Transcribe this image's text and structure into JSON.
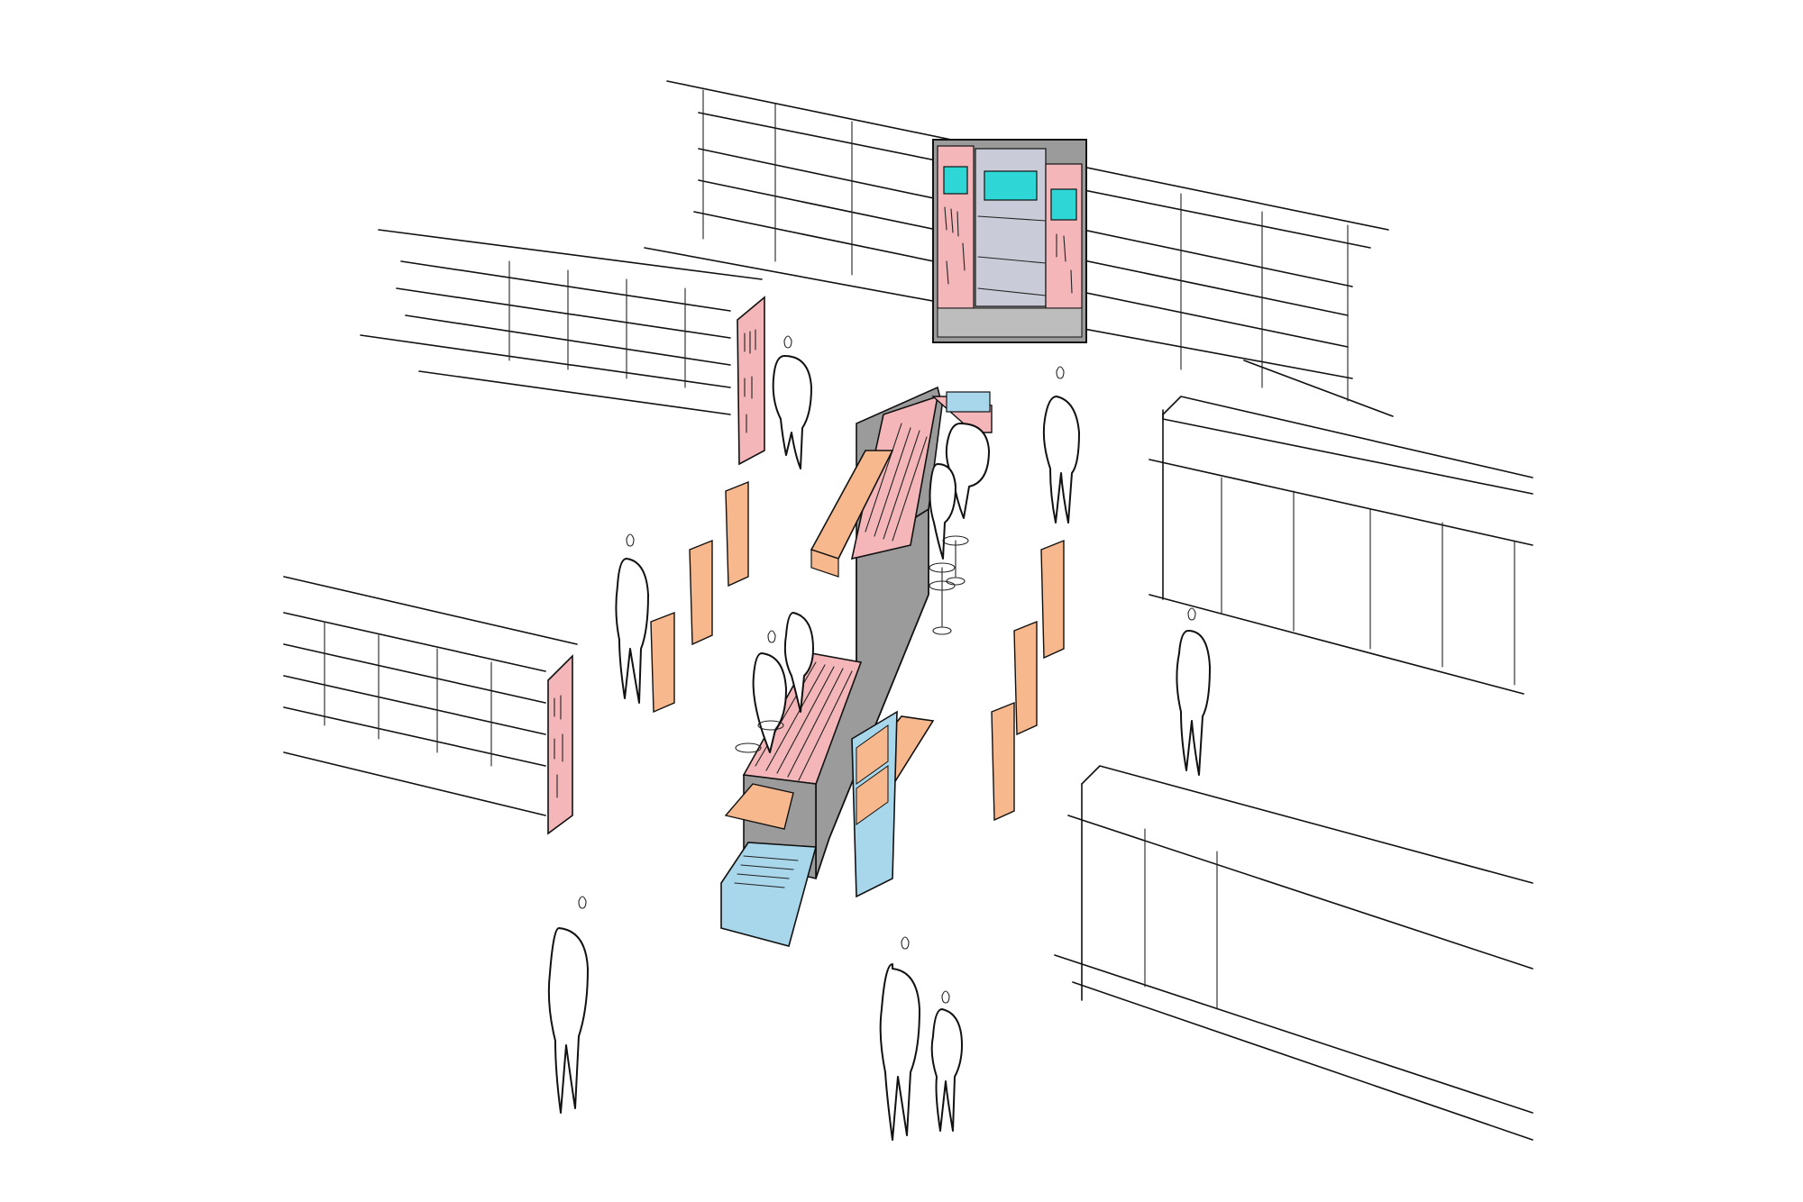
{
  "colors": {
    "pink": "#f4b6b8",
    "orange": "#f7b88d",
    "blue": "#a8d6ea",
    "gray": "#9b9b9b",
    "teal": "#2fd6d6",
    "ink": "#111111"
  },
  "scene": {
    "shelf_units": [
      "back-wall-shelving",
      "left-upper-shelving",
      "left-lower-shelving",
      "right-upper-shelving",
      "right-lower-shelving"
    ],
    "central_island": true,
    "people_count": 11
  }
}
